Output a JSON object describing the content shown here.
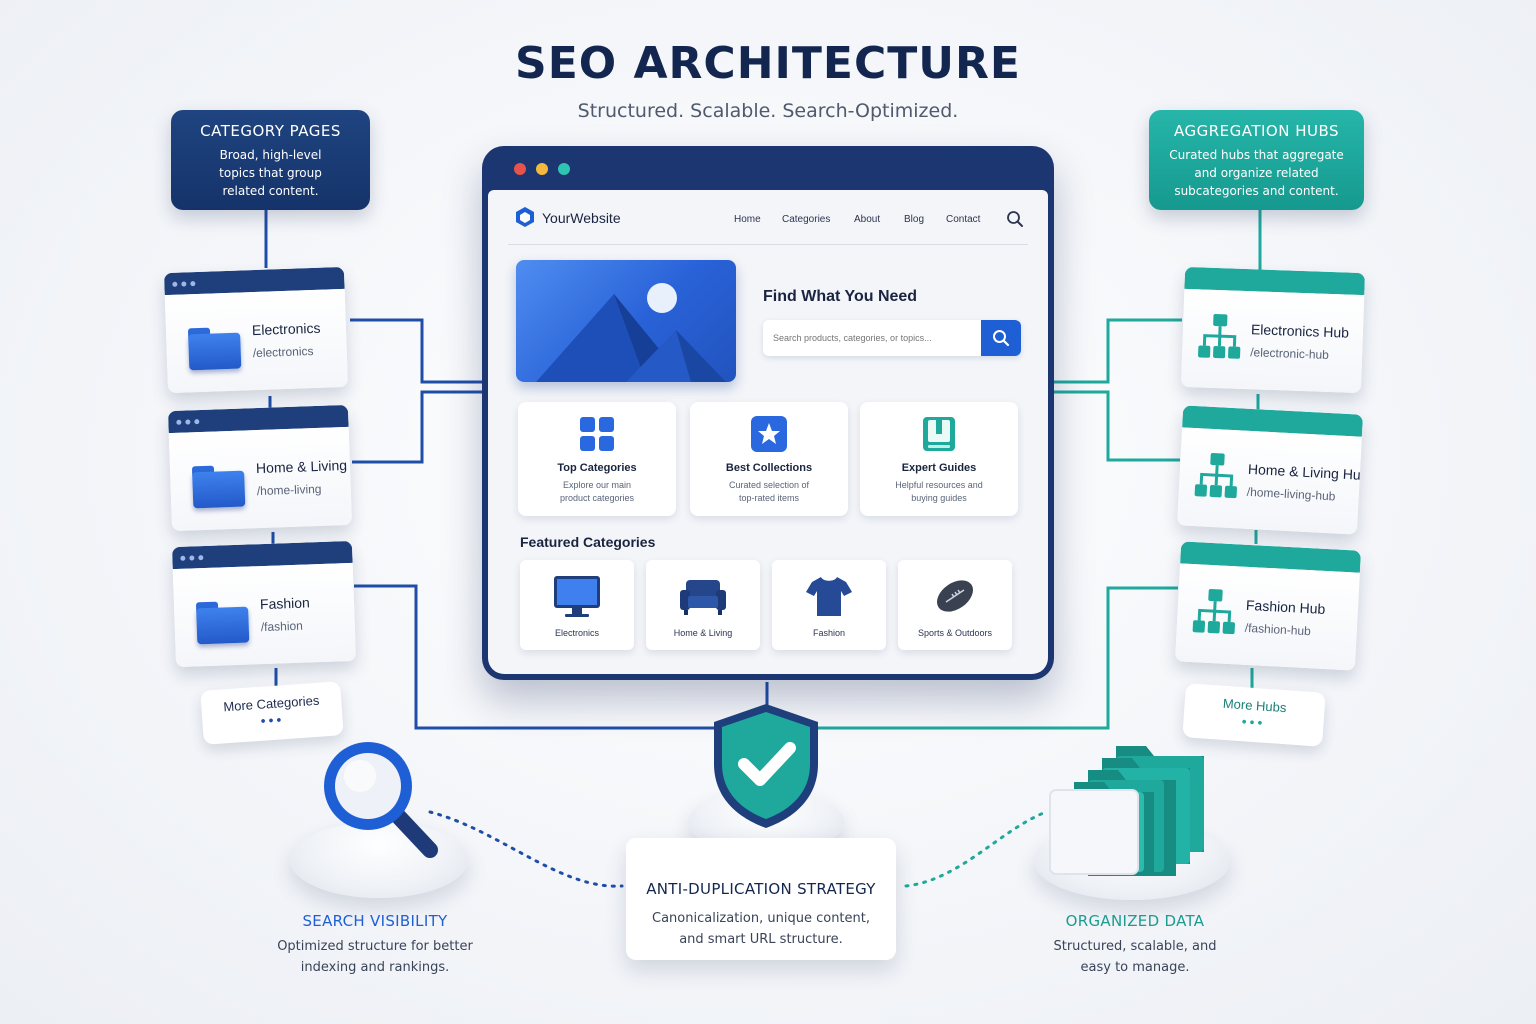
{
  "header": {
    "title": "SEO ARCHITECTURE",
    "subtitle": "Structured. Scalable. Search-Optimized."
  },
  "category_pages": {
    "title": "CATEGORY PAGES",
    "description": [
      "Broad, high-level",
      "topics that group",
      "related content."
    ],
    "items": [
      {
        "name": "Electronics",
        "url": "/electronics"
      },
      {
        "name": "Home & Living",
        "url": "/home-living"
      },
      {
        "name": "Fashion",
        "url": "/fashion"
      }
    ],
    "more_label": "More Categories",
    "more_dots": "•••"
  },
  "aggregation_hubs": {
    "title": "AGGREGATION HUBS",
    "description": [
      "Curated hubs that aggregate",
      "and organize related",
      "subcategories and content."
    ],
    "items": [
      {
        "name": "Electronics Hub",
        "url": "/electronic-hub"
      },
      {
        "name": "Home & Living Hub",
        "url": "/home-living-hub"
      },
      {
        "name": "Fashion Hub",
        "url": "/fashion-hub"
      }
    ],
    "more_label": "More Hubs",
    "more_dots": "•••"
  },
  "website": {
    "brand": "YourWebsite",
    "nav": [
      "Home",
      "Categories",
      "About",
      "Blog",
      "Contact"
    ],
    "hero_title": "Find What You Need",
    "search_placeholder": "Search products, categories, or topics...",
    "features": [
      {
        "title": "Top Categories",
        "desc": [
          "Explore our main",
          "product categories"
        ],
        "icon": "grid-icon"
      },
      {
        "title": "Best Collections",
        "desc": [
          "Curated selection of",
          "top-rated items"
        ],
        "icon": "star-icon"
      },
      {
        "title": "Expert Guides",
        "desc": [
          "Helpful resources and",
          "buying guides"
        ],
        "icon": "book-icon"
      }
    ],
    "featured_title": "Featured Categories",
    "featured": [
      {
        "label": "Electronics",
        "icon": "monitor-icon"
      },
      {
        "label": "Home & Living",
        "icon": "sofa-icon"
      },
      {
        "label": "Fashion",
        "icon": "tshirt-icon"
      },
      {
        "label": "Sports & Outdoors",
        "icon": "football-icon"
      }
    ]
  },
  "bottom": {
    "search": {
      "title": "SEARCH VISIBILITY",
      "desc": [
        "Optimized structure for better",
        "indexing and rankings."
      ]
    },
    "anti": {
      "title": "ANTI-DUPLICATION STRATEGY",
      "desc": [
        "Canonicalization, unique content,",
        "and smart URL structure."
      ]
    },
    "organized": {
      "title": "ORGANIZED DATA",
      "desc": [
        "Structured, scalable, and",
        "easy to manage."
      ]
    }
  },
  "colors": {
    "navy": "#1b3670",
    "blue": "#1f5fd6",
    "teal": "#1fa89c"
  }
}
